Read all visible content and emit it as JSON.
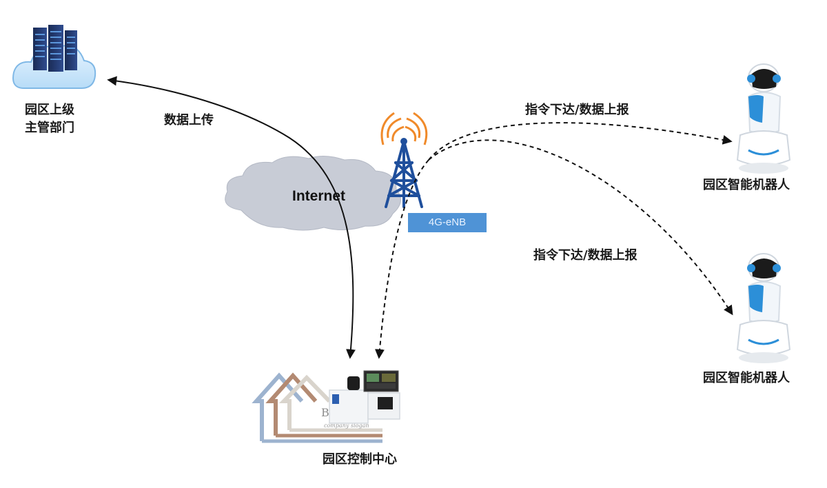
{
  "nodes": {
    "authority_label_line1": "园区上级",
    "authority_label_line2": "主管部门",
    "robot_top_label": "园区智能机器人",
    "robot_bottom_label": "园区智能机器人",
    "control_center_label": "园区控制中心",
    "internet_label": "Internet",
    "base_station_label": "4G-eNB",
    "logo_text": "B",
    "logo_slogan": "company slogan"
  },
  "edges": {
    "upload_label": "数据上传",
    "robot_top_link_label": "指令下达/数据上报",
    "robot_bottom_link_label": "指令下达/数据上报"
  },
  "colors": {
    "cloud": "#c9ccd6",
    "tower": "#1f4f9c",
    "signal": "#f08a2a",
    "enb_box": "#4f93d6",
    "robot_accent": "#2c8fd8"
  }
}
